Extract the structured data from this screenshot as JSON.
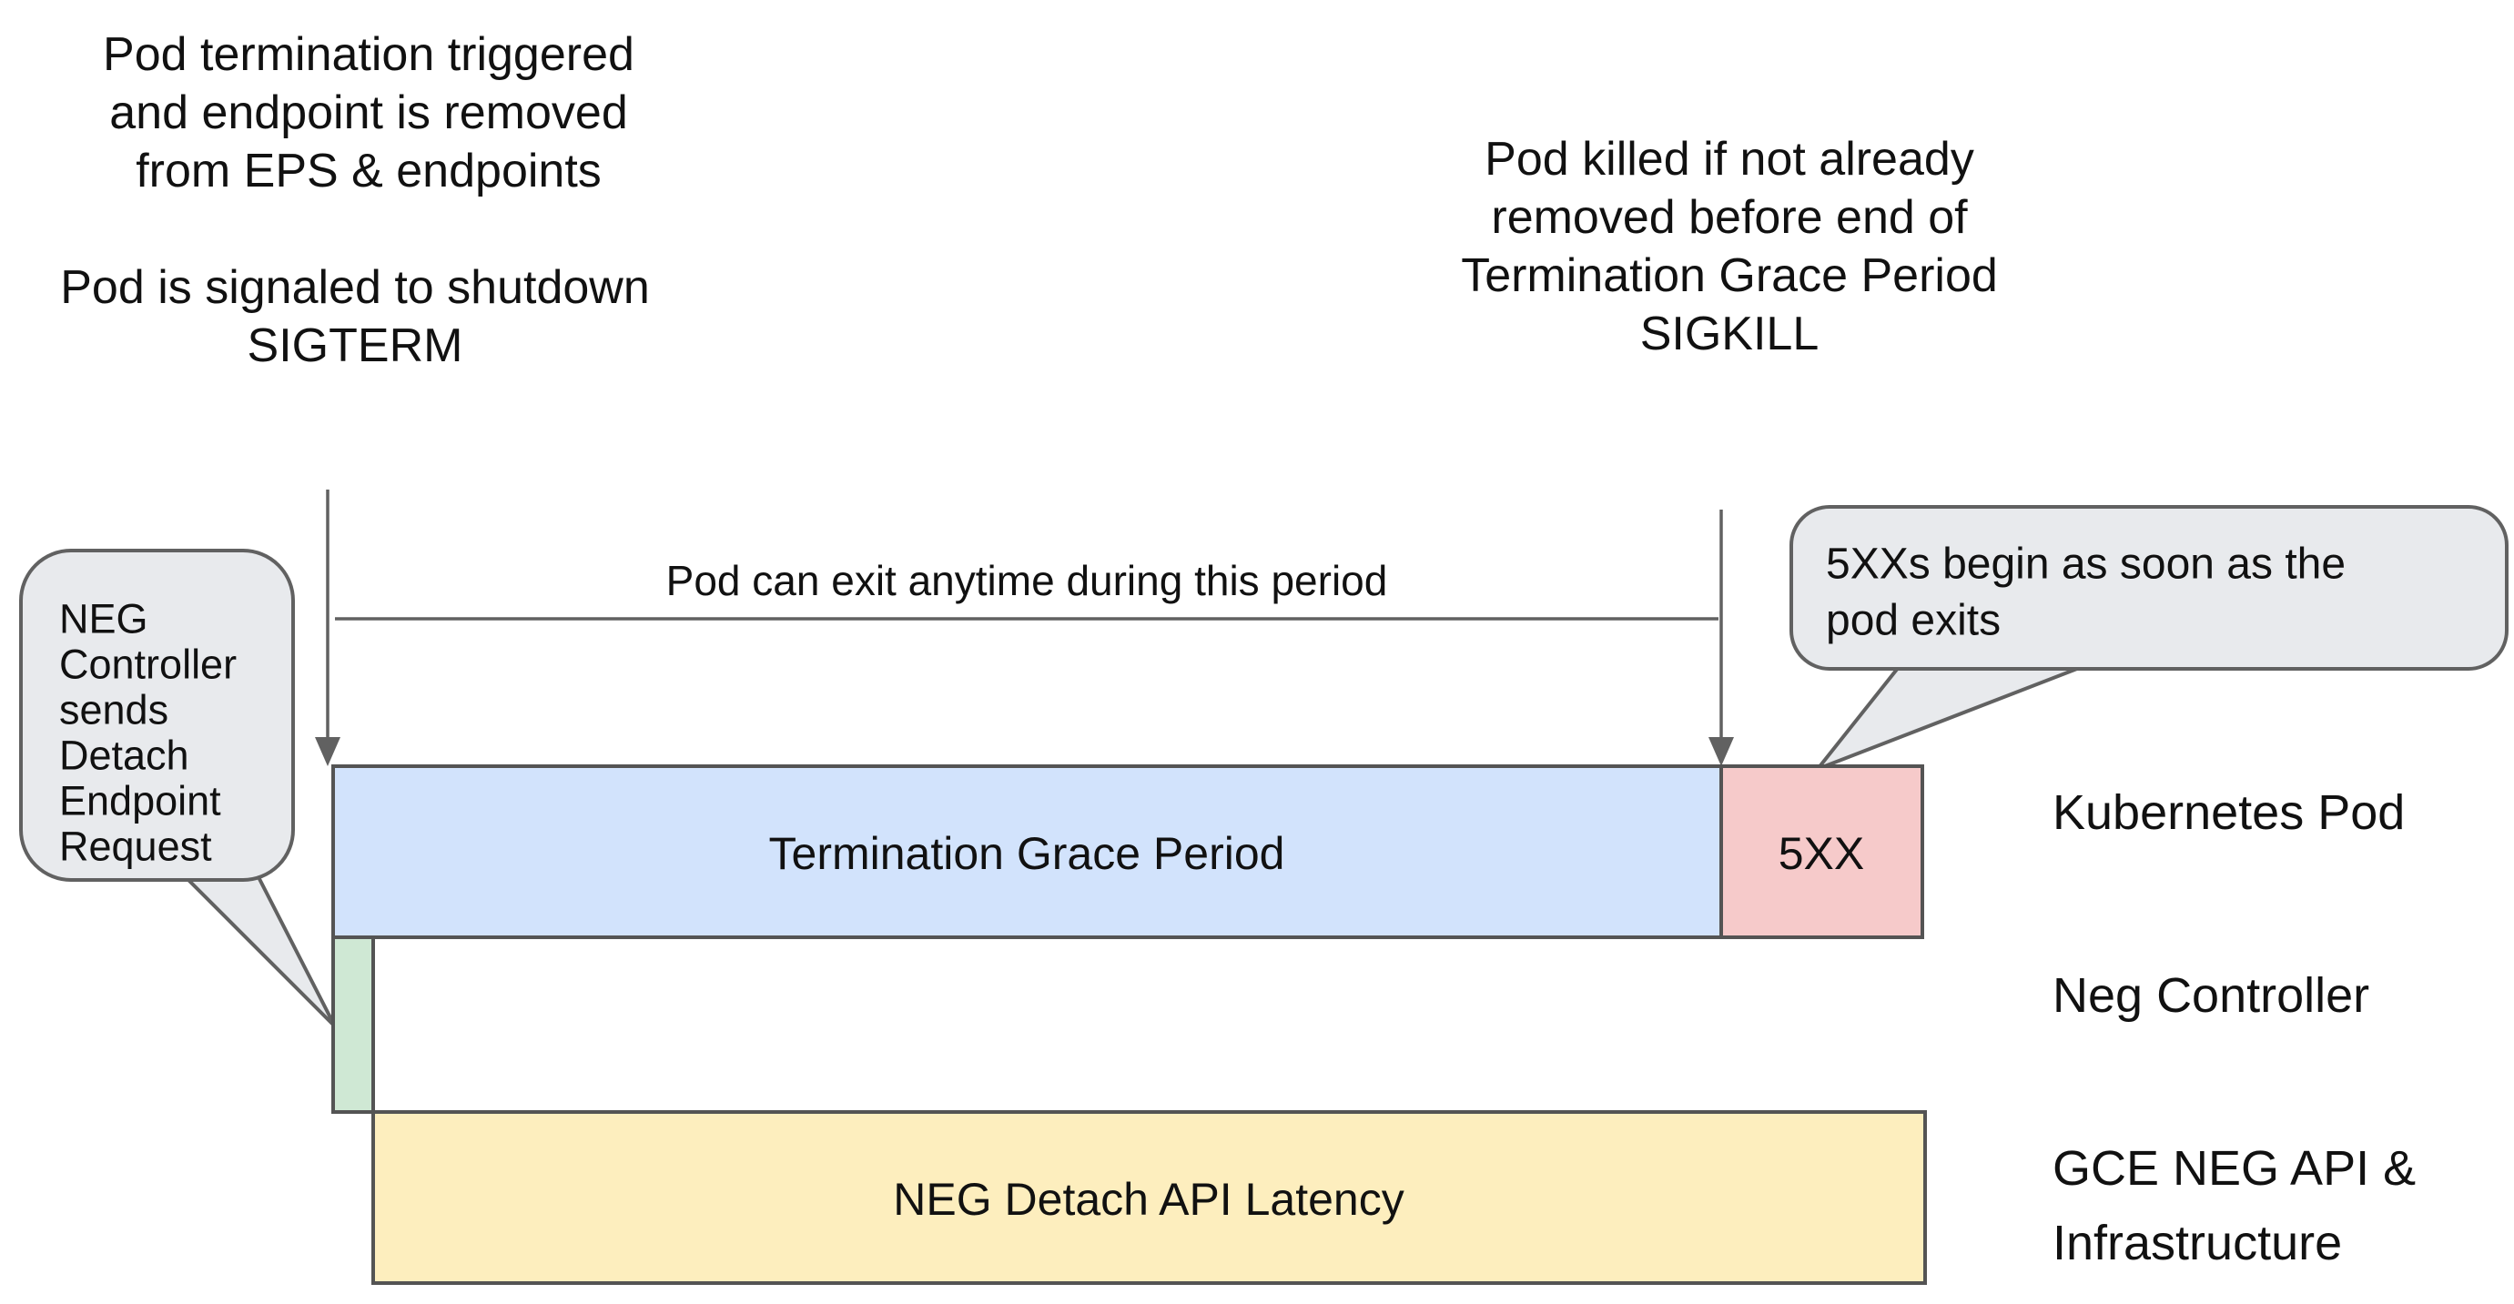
{
  "annotations": {
    "top_left": {
      "lines": [
        "Pod termination triggered",
        "and endpoint is removed",
        "from EPS & endpoints",
        "Pod is signaled to shutdown",
        "SIGTERM"
      ]
    },
    "top_right": {
      "lines": [
        "Pod killed if not already",
        "removed before end of",
        "Termination Grace Period",
        "SIGKILL"
      ]
    },
    "exit_period": "Pod can exit anytime during this period"
  },
  "callouts": {
    "left": {
      "lines": [
        "NEG",
        "Controller",
        "sends",
        "Detach",
        "Endpoint",
        "Request"
      ]
    },
    "right": {
      "lines": [
        "5XXs begin as soon as the",
        "pod exits"
      ]
    }
  },
  "timeline": {
    "grace_label": "Termination Grace Period",
    "error_label": "5XX",
    "latency_label": "NEG Detach API Latency"
  },
  "rows": {
    "kubernetes_pod": "Kubernetes Pod",
    "neg_controller": "Neg Controller",
    "gce_line1": "GCE NEG API &",
    "gce_line2": "Infrastructure"
  },
  "colors": {
    "grace_blue": "#d2e3fc",
    "error_pink": "#f6caca",
    "detach_green": "#cfe8d4",
    "latency_yellow": "#fdeebe",
    "callout_gray": "#e8eaed",
    "bar_border": "#545454",
    "connector_gray": "#616161",
    "text_black": "#111111"
  }
}
